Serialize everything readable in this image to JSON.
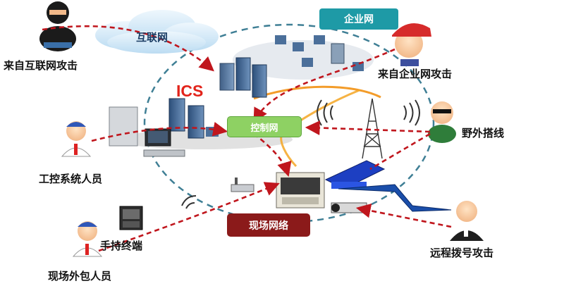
{
  "networks": {
    "internet": "互联网",
    "enterprise": "企业网",
    "ics": "ICS",
    "control": "控制网",
    "field": "现场网络"
  },
  "actors": {
    "internet_attack": "来自互联网攻击",
    "enterprise_attack": "来自企业网攻击",
    "field_wiring": "野外搭线",
    "ics_staff": "工控系统人员",
    "handheld": "手持终端",
    "outsourced": "现场外包人员",
    "dialup_attack": "远程拨号攻击"
  },
  "colors": {
    "attack_line": "#c0161d",
    "enterprise_pill": "#1e9aa6",
    "control_pill": "#8ed163",
    "field_pill": "#8b1a1a",
    "ics_text": "#e2231a",
    "ring": "#3f7f95",
    "cloud": "#cfe6f7"
  }
}
